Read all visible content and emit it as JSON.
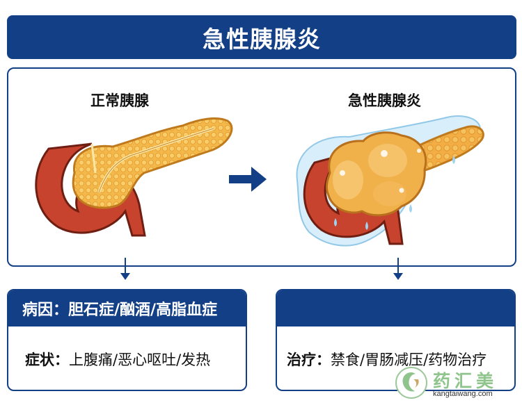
{
  "title": "急性胰腺炎",
  "panel": {
    "normal_label": "正常胰腺",
    "acute_label": "急性胰腺炎"
  },
  "cause_card": {
    "label": "病因：",
    "value": "胆石症/酗酒/高脂血症"
  },
  "symptom_card": {
    "label": "症状：",
    "value": "上腹痛/恶心呕吐/发热"
  },
  "treatment_card": {
    "label": "治疗：",
    "value": "禁食/胃肠减压/药物治疗"
  },
  "watermark": {
    "brand": "药汇美",
    "url": "kangtaiwang.com"
  },
  "colors": {
    "navy": "#123f86",
    "pancreas": "#f2b445",
    "duodenum": "#c8432e",
    "fluid": "#bfe3f5"
  }
}
